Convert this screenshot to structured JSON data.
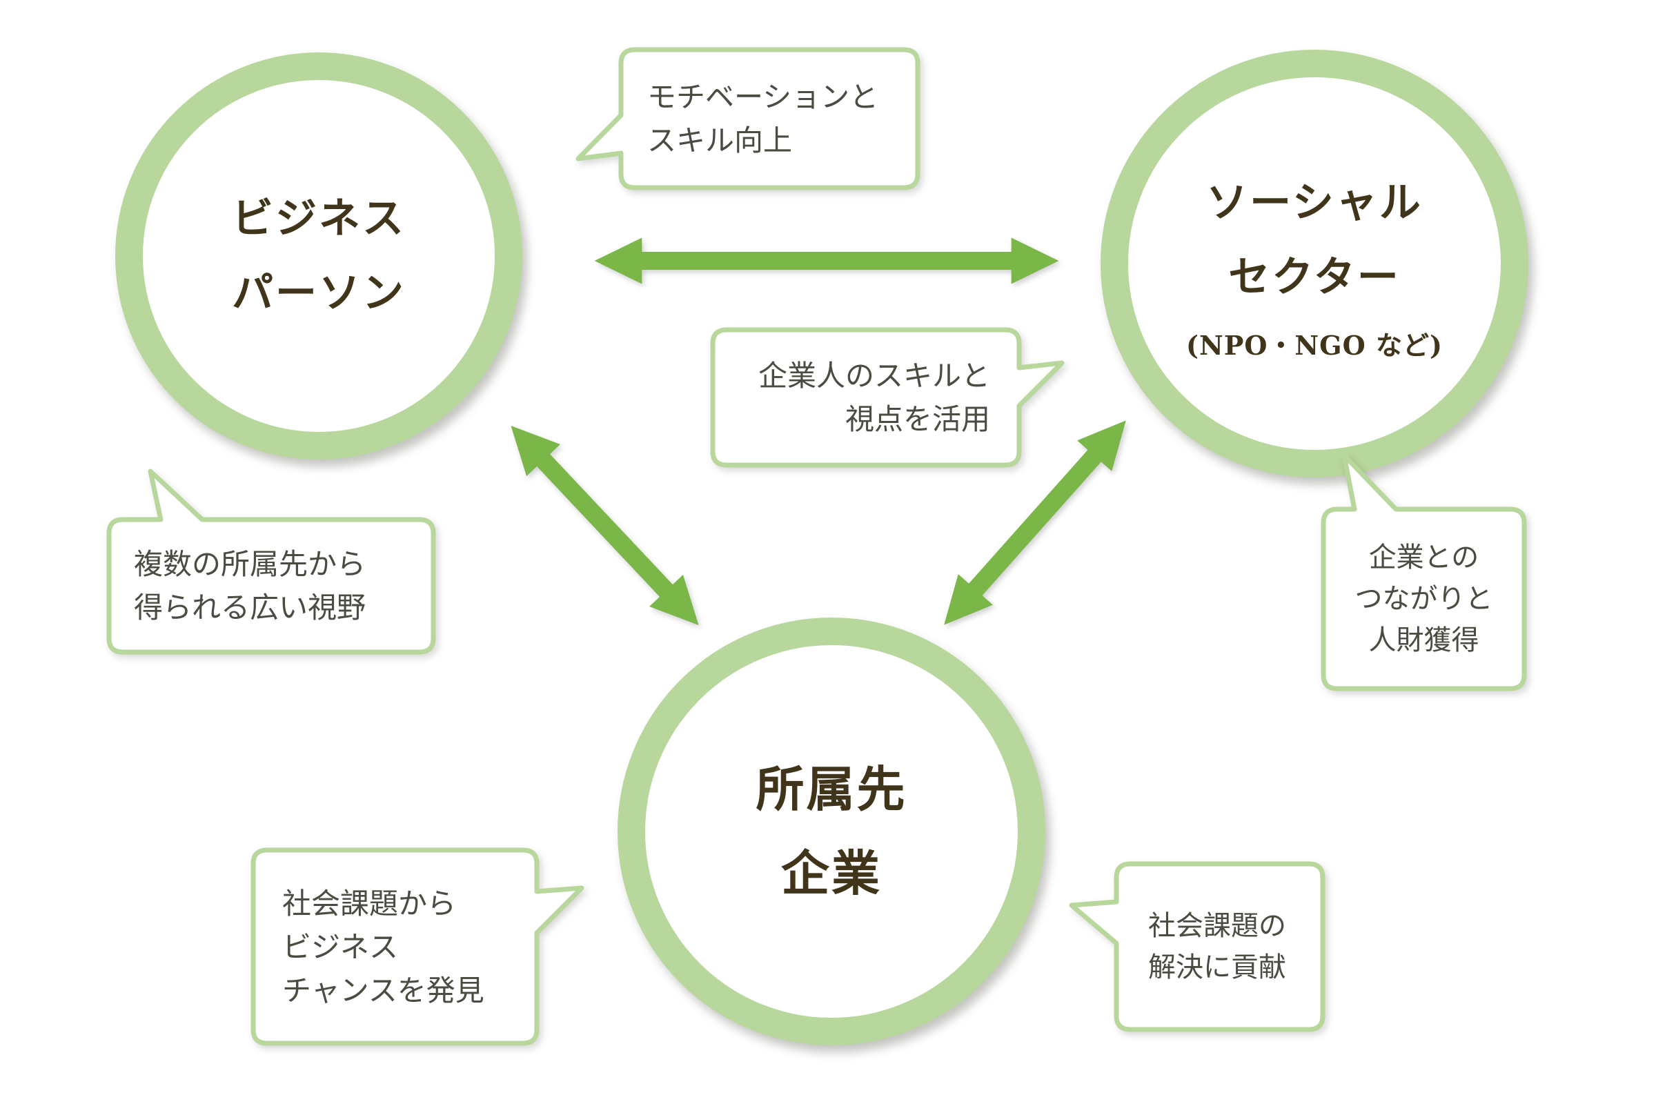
{
  "palette": {
    "ring": "#b7d79c",
    "arrow": "#7ab648",
    "title": "#40341a",
    "body": "#4b4b42"
  },
  "circles": [
    {
      "id": "business-person",
      "lines": [
        "ビジネス",
        "パーソン"
      ]
    },
    {
      "id": "social-sector",
      "lines": [
        "ソーシャル",
        "セクター"
      ],
      "subtitle": "(NPO・NGO など)"
    },
    {
      "id": "company",
      "lines": [
        "所属先",
        "企業"
      ]
    }
  ],
  "arrows": [
    {
      "from": "business-person",
      "to": "social-sector"
    },
    {
      "from": "business-person",
      "to": "company"
    },
    {
      "from": "social-sector",
      "to": "company"
    }
  ],
  "bubbles": [
    {
      "id": "motivation",
      "lines": [
        "モチベーションと",
        "スキル向上"
      ]
    },
    {
      "id": "skills",
      "lines": [
        "企業人のスキルと",
        "視点を活用"
      ]
    },
    {
      "id": "perspective",
      "lines": [
        "複数の所属先から",
        "得られる広い視野"
      ]
    },
    {
      "id": "talent",
      "lines": [
        "企業との",
        "つながりと",
        "人財獲得"
      ]
    },
    {
      "id": "chance",
      "lines": [
        "社会課題から",
        "ビジネス",
        "チャンスを発見"
      ]
    },
    {
      "id": "contribution",
      "lines": [
        "社会課題の",
        "解決に貢献"
      ]
    }
  ]
}
